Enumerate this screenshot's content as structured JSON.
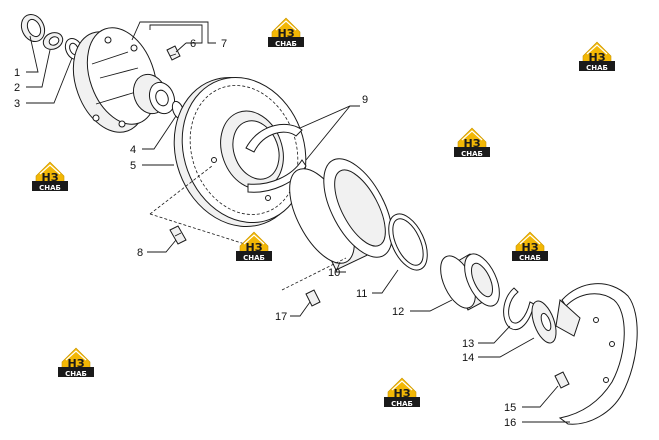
{
  "watermark": {
    "logo_letters": "НЗ",
    "logo_caption": "СНАБ",
    "logo_color": "#f2b705",
    "text_color": "#ffffff",
    "box_color": "#1a1a1a"
  },
  "callouts": {
    "p1": "1",
    "p2": "2",
    "p3": "3",
    "p4": "4",
    "p5": "5",
    "p6": "6",
    "p7": "7",
    "p8": "8",
    "p9": "9",
    "p10": "10",
    "p11": "11",
    "p12": "12",
    "p13": "13",
    "p14": "14",
    "p15": "15",
    "p16": "16",
    "p17": "17"
  }
}
